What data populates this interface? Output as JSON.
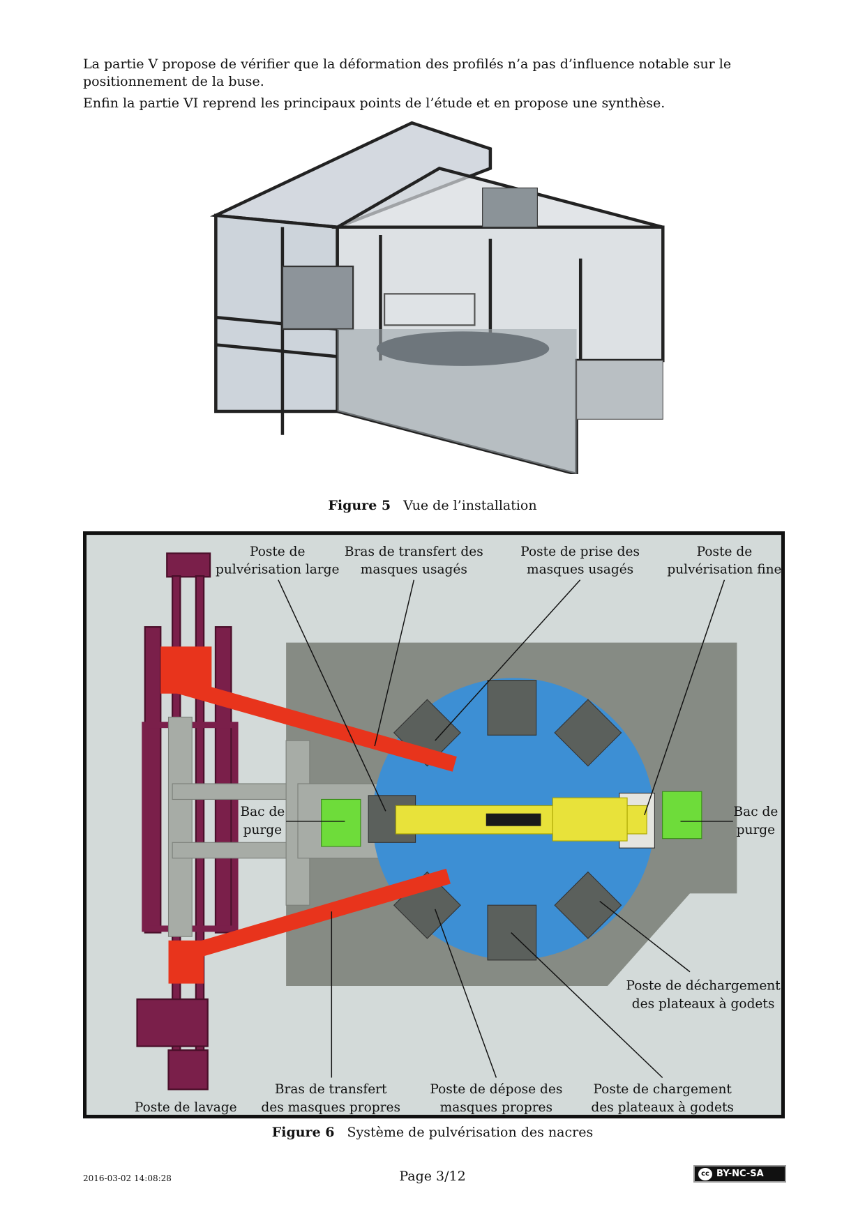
{
  "body": {
    "paragraph_1": "La partie V propose de vérifier que la déformation des profilés n’a pas d’influence notable sur le positionnement de la buse.",
    "paragraph_2": "Enfin la partie VI reprend les principaux points de l’étude et en propose une synthèse."
  },
  "figure5": {
    "label": "Figure 5",
    "caption": "Vue de l’installation"
  },
  "figure6": {
    "label": "Figure 6",
    "caption": "Système de pulvérisation des nacres",
    "annotations": {
      "pulv_large": [
        "Poste de",
        "pulvérisation large"
      ],
      "bras_usages": [
        "Bras de transfert des",
        "masques usagés"
      ],
      "prise_usages": [
        "Poste de prise des",
        "masques usagés"
      ],
      "pulv_fine": [
        "Poste de",
        "pulvérisation fine"
      ],
      "bac_left": [
        "Bac de",
        "purge"
      ],
      "bac_right": [
        "Bac de",
        "purge"
      ],
      "dechargement": [
        "Poste de déchargement",
        "des plateaux à godets"
      ],
      "lavage": [
        "Poste de lavage"
      ],
      "bras_propres": [
        "Bras de transfert",
        "des masques propres"
      ],
      "depose_propres": [
        "Poste de dépose des",
        "masques propres"
      ],
      "chargement": [
        "Poste de chargement",
        "des plateaux à godets"
      ]
    }
  },
  "footer": {
    "date": "2016-03-02 14:08:28",
    "page": "Page 3/12",
    "license": "BY-NC-SA",
    "license_icon_text": "cc"
  }
}
